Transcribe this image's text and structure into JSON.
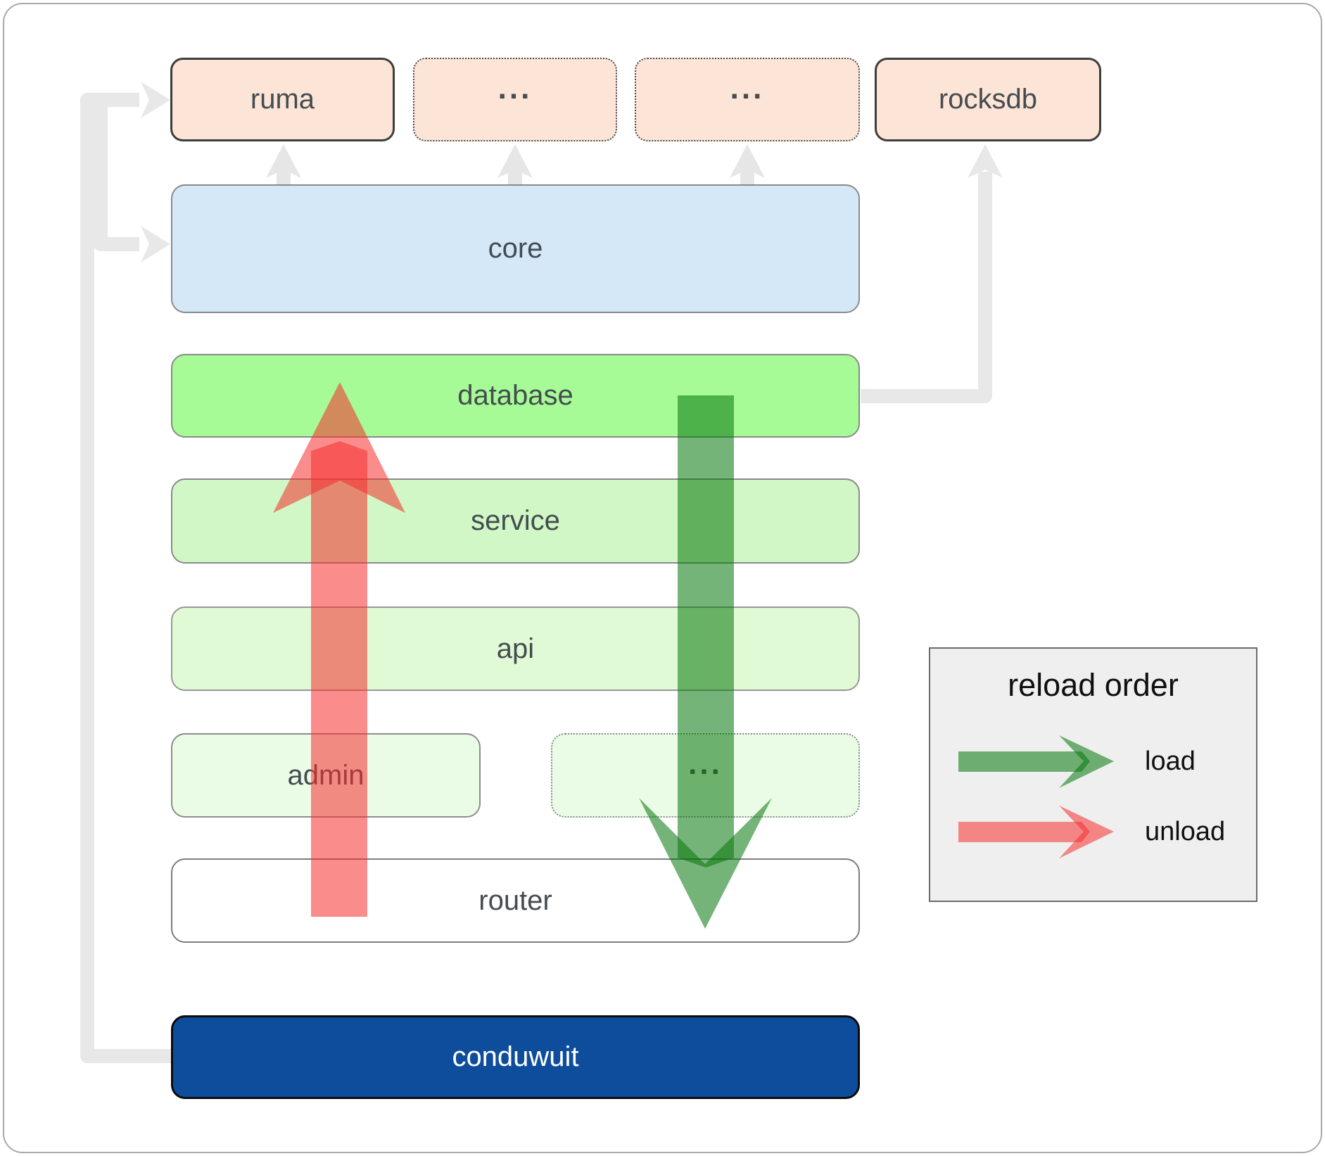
{
  "diagram": {
    "top_row": {
      "ruma": {
        "label": "ruma"
      },
      "ellipsis_a": {
        "label": "..."
      },
      "ellipsis_b": {
        "label": "..."
      },
      "rocksdb": {
        "label": "rocksdb"
      }
    },
    "stack": {
      "core": {
        "label": "core"
      },
      "database": {
        "label": "database"
      },
      "service": {
        "label": "service"
      },
      "api": {
        "label": "api"
      },
      "admin": {
        "label": "admin"
      },
      "ellipsis_mid": {
        "label": "..."
      },
      "router": {
        "label": "router"
      },
      "conduwuit": {
        "label": "conduwuit"
      }
    }
  },
  "legend": {
    "title": "reload order",
    "items": [
      {
        "label": "load"
      },
      {
        "label": "unload"
      }
    ]
  },
  "colors": {
    "load_arrow": "#04770a",
    "unload_arrow": "#f62e2e",
    "connector_gray": "#e8e8e8",
    "conduwuit_box": "#0e4c9c",
    "core_box": "#d5e8f8",
    "database_box": "#a6fb97",
    "service_box": "#d0f7c5",
    "api_box": "#e0fad6",
    "admin_box": "#eafbe6",
    "peach_box": "#fce5d6",
    "text": "#454c50"
  }
}
